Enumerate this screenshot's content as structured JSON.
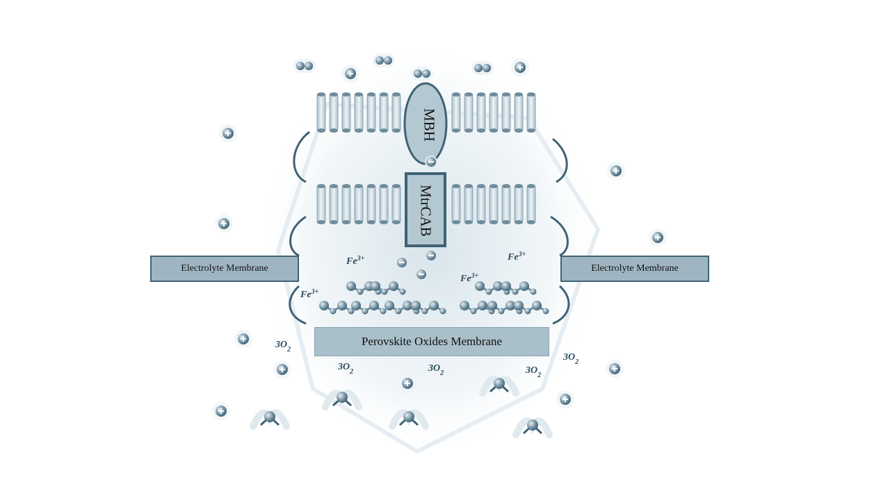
{
  "diagram": {
    "proteins": {
      "mbh": "MBH",
      "mtrcab": "MtrCAB"
    },
    "membranes": {
      "electrolyte_left": "Electrolyte Membrane",
      "electrolyte_right": "Electrolyte Membrane",
      "perovskite": "Perovskite Oxides Membrane"
    },
    "species": {
      "fe3_a": "Fe3+",
      "fe3_b": "Fe3+",
      "fe3_c": "Fe3+",
      "fe3_d": "Fe3+",
      "o2_a": "3O2",
      "o2_b": "3O2",
      "o2_c": "3O2",
      "o2_d": "3O2",
      "o2_e": "3O2"
    },
    "colors": {
      "membrane": "#c9d8e0",
      "accent": "#3f6274",
      "ion": "#5f8194"
    }
  }
}
